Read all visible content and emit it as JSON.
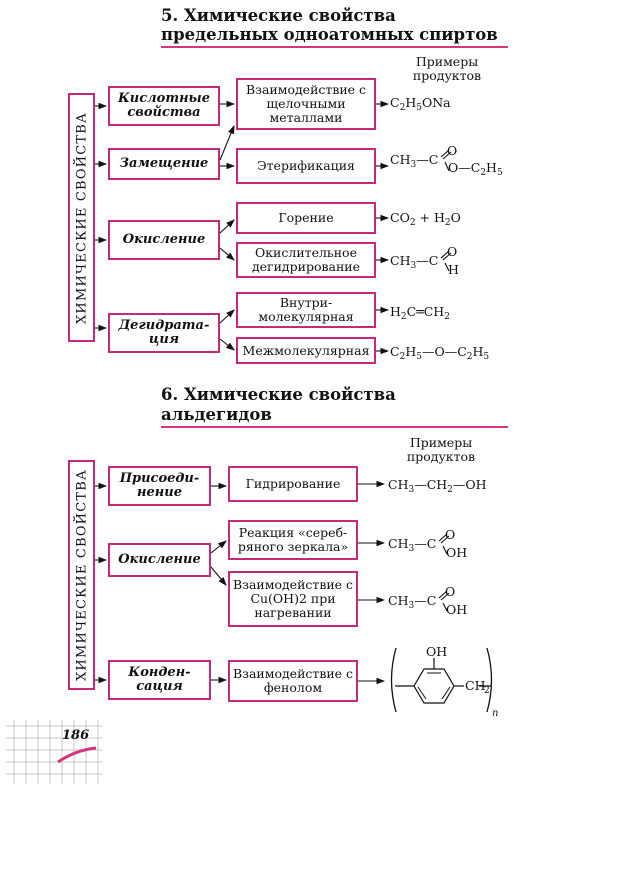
{
  "section5": {
    "title_line1": "5. Химические свойства",
    "title_line2": "предельных одноатомных спиртов",
    "examples_header": "Примеры продуктов",
    "side_label": "ХИМИЧЕСКИЕ СВОЙСТВА",
    "categories": {
      "acid": "Кислотные свойства",
      "substitution": "Замещение",
      "oxidation": "Окисление",
      "dehydration": "Дегидрата-ция"
    },
    "reactions": {
      "alkali": "Взаимодействие с щелочными металлами",
      "ester": "Этерификация",
      "combustion": "Горение",
      "oxdehydro": "Окислительное дегидрирование",
      "intra": "Внутри-молекулярная",
      "inter": "Межмолекулярная"
    },
    "products": {
      "alkali": "C2H5ONa",
      "ester": "CH3—C(=O)—O—C2H5",
      "combustion": "CO2 + H2O",
      "oxdehydro": "CH3—C(=O)H",
      "intra": "H2C═CH2",
      "inter": "C2H5—O—C2H5"
    }
  },
  "section6": {
    "title_line1": "6. Химические свойства",
    "title_line2": "альдегидов",
    "examples_header": "Примеры продуктов",
    "side_label": "ХИМИЧЕСКИЕ СВОЙСТВА",
    "categories": {
      "addition": "Присоеди-нение",
      "oxidation": "Окисление",
      "condensation": "Конден-сация"
    },
    "reactions": {
      "hydrogenation": "Гидрирование",
      "silver": "Реакция «сереб-ряного зеркала»",
      "copper": "Взаимодействие с Cu(OH)2 при нагревании",
      "phenol": "Взаимодействие с фенолом"
    },
    "products": {
      "hydrogenation": "CH3—CH2—OH",
      "silver": "CH3—C(=O)OH",
      "copper": "CH3—C(=O)OH",
      "phenol": "(—C6H3(OH)—CH2—)n"
    }
  },
  "page_number": "186",
  "colors": {
    "accent": "#c8287a"
  }
}
